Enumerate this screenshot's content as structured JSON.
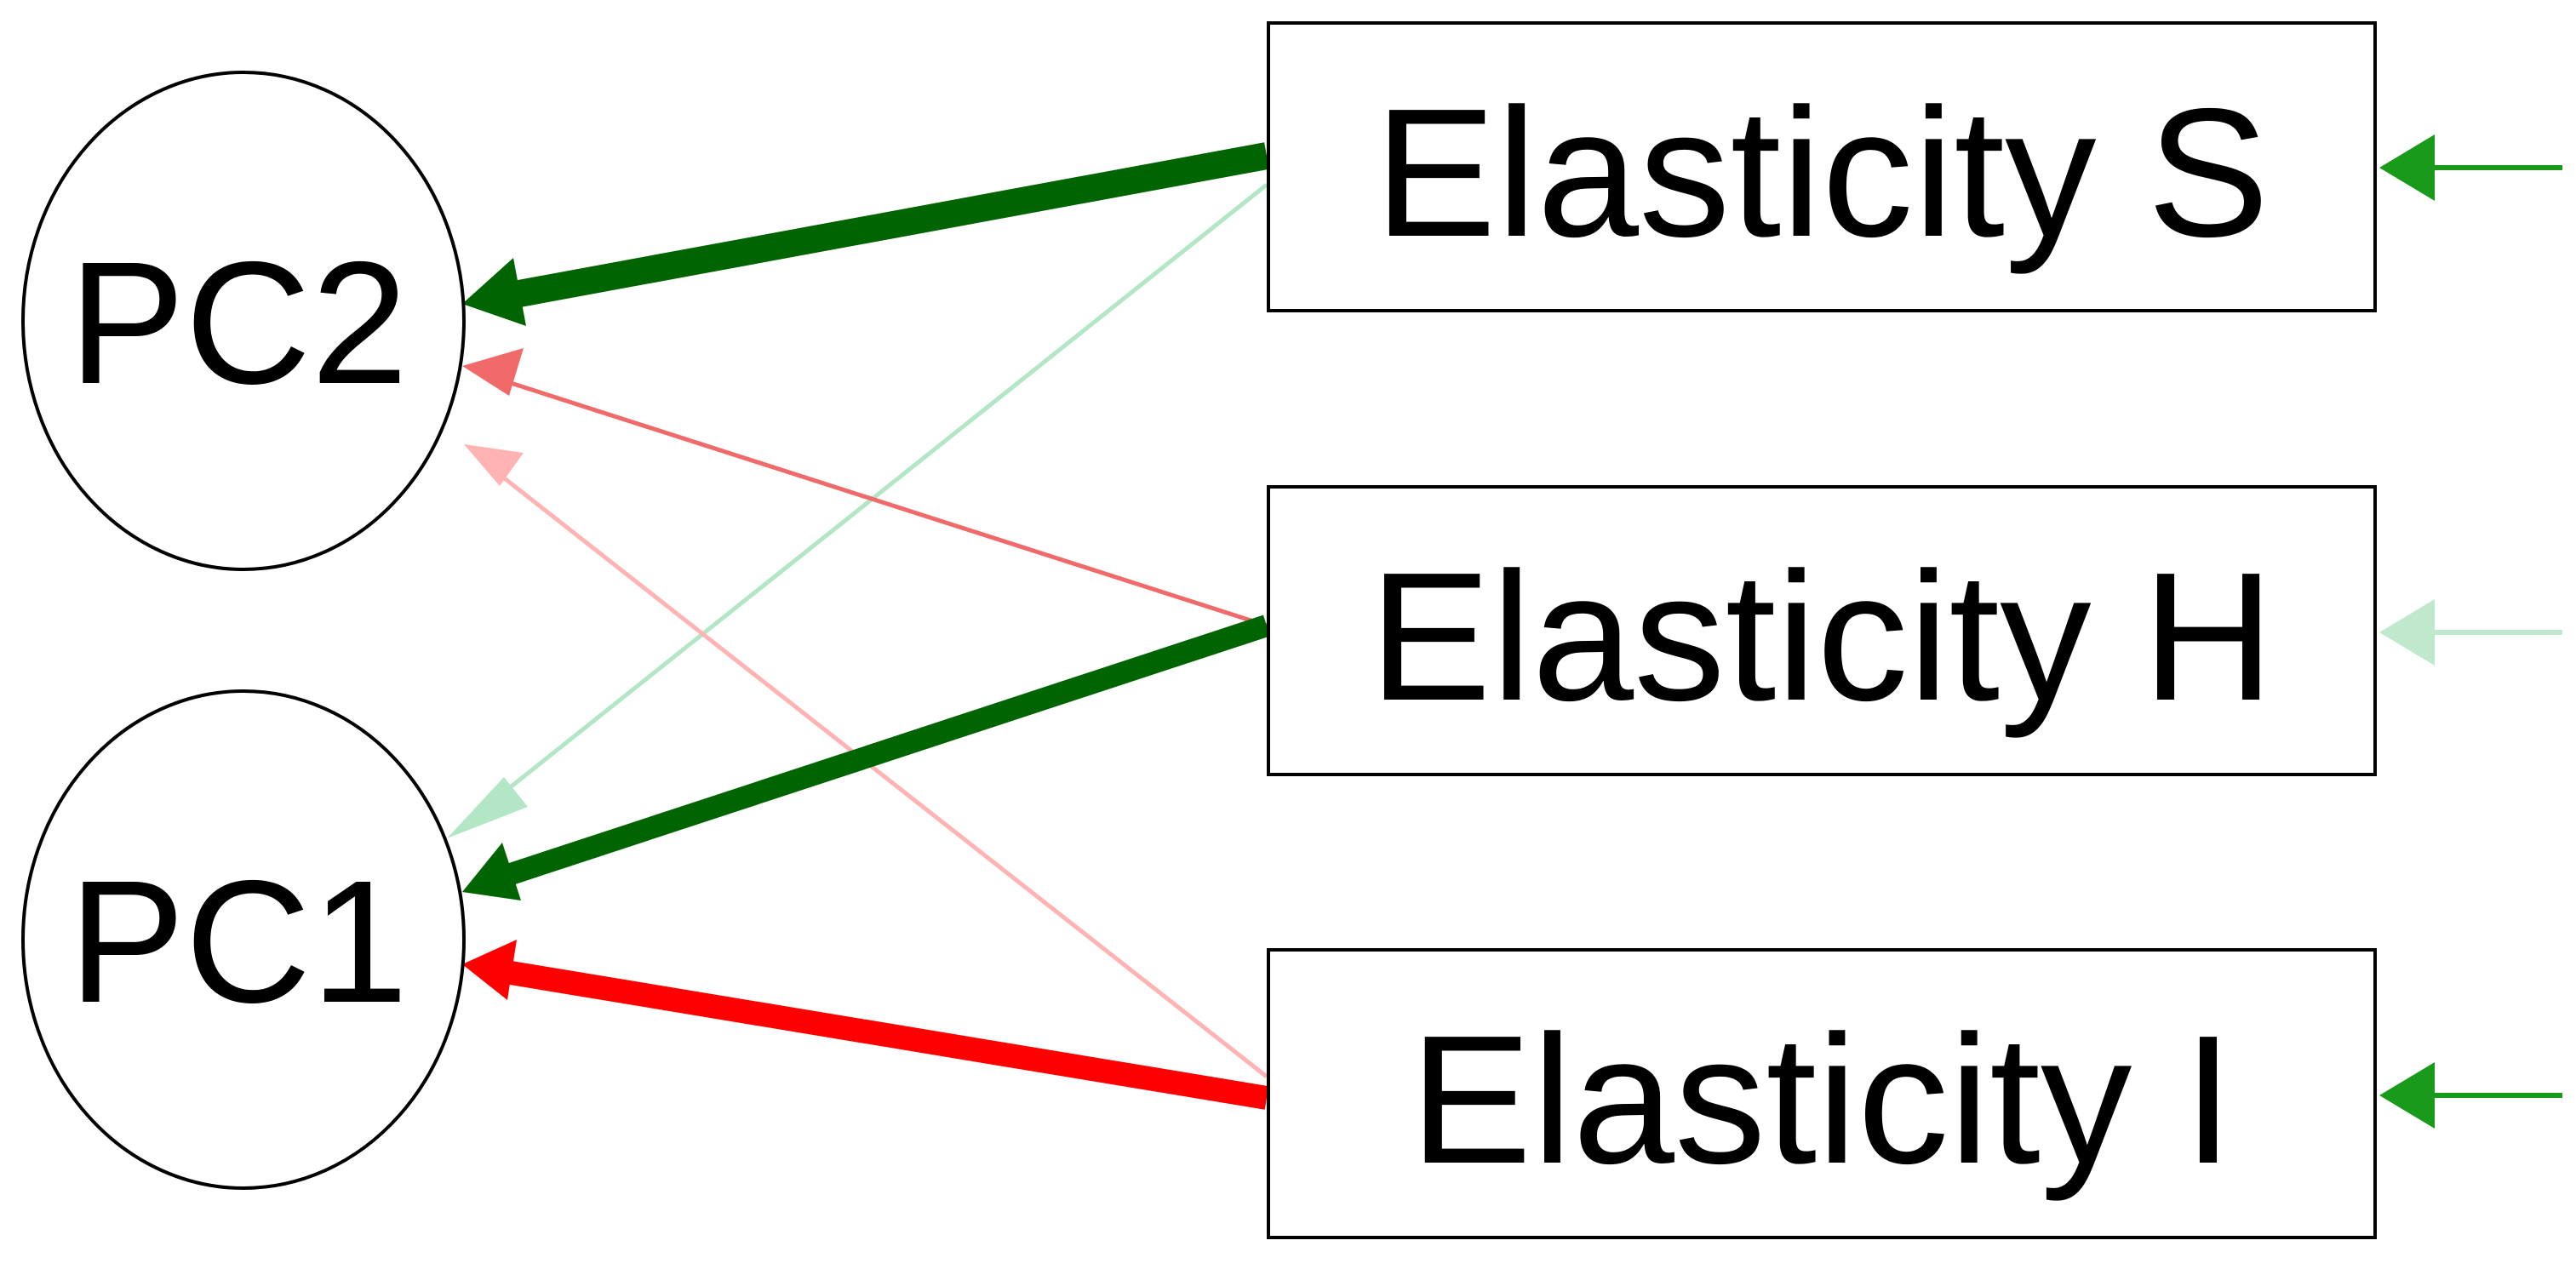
{
  "diagram": {
    "factors": [
      {
        "id": "pc2",
        "label": "PC2"
      },
      {
        "id": "pc1",
        "label": "PC1"
      }
    ],
    "indicators": [
      {
        "id": "s",
        "label": "Elasticity S",
        "error_arrow": {
          "color": "#1a9a1a",
          "strength": "strong"
        }
      },
      {
        "id": "h",
        "label": "Elasticity H",
        "error_arrow": {
          "color": "#bfe8cc",
          "strength": "faint"
        }
      },
      {
        "id": "i",
        "label": "Elasticity I",
        "error_arrow": {
          "color": "#1a9a1a",
          "strength": "strong"
        }
      }
    ],
    "paths": [
      {
        "from": "s",
        "to": "pc2",
        "sign": "positive",
        "color": "#006400",
        "strength": "strong"
      },
      {
        "from": "s",
        "to": "pc1",
        "sign": "positive",
        "color": "#b3e6c4",
        "strength": "weak"
      },
      {
        "from": "h",
        "to": "pc2",
        "sign": "negative",
        "color": "#f06a6a",
        "strength": "weak"
      },
      {
        "from": "h",
        "to": "pc1",
        "sign": "positive",
        "color": "#006400",
        "strength": "strong"
      },
      {
        "from": "i",
        "to": "pc2",
        "sign": "negative",
        "color": "#ffb3b3",
        "strength": "weak"
      },
      {
        "from": "i",
        "to": "pc1",
        "sign": "negative",
        "color": "#ff0000",
        "strength": "strong"
      }
    ]
  }
}
